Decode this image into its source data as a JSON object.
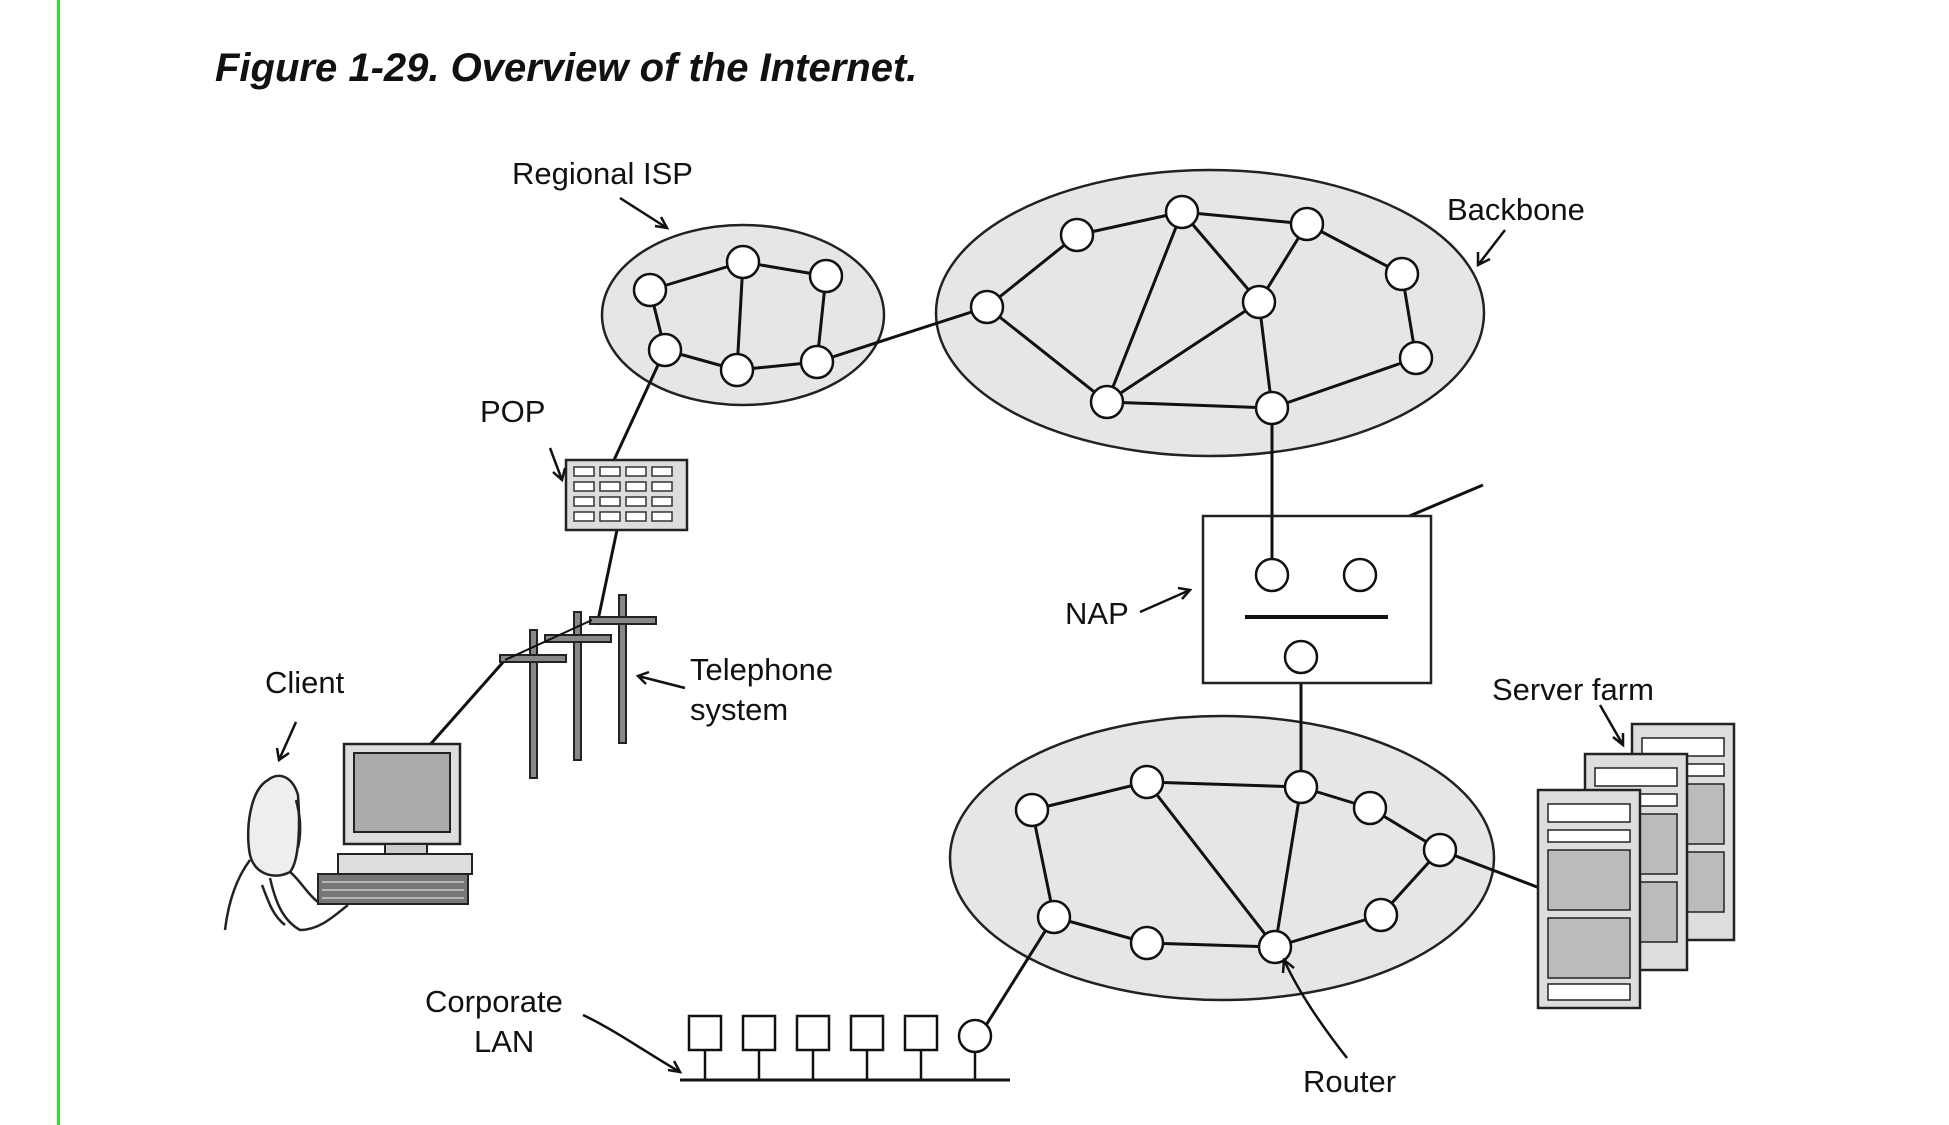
{
  "caption": "Figure 1-29. Overview of the Internet.",
  "labels": {
    "regional_isp": "Regional ISP",
    "backbone": "Backbone",
    "pop": "POP",
    "nap": "NAP",
    "client": "Client",
    "telephone_line1": "Telephone",
    "telephone_line2": "system",
    "server_farm": "Server farm",
    "corporate_line1": "Corporate",
    "corporate_line2": "LAN",
    "router": "Router"
  },
  "colors": {
    "accent_rule": "#33dd33",
    "cloud_fill": "#e6e6e6",
    "ink": "#111111"
  },
  "icons": [
    "pop-switch-icon",
    "telephone-pole-icon",
    "computer-terminal-icon",
    "person-icon",
    "server-rack-icon",
    "lan-host-icon"
  ]
}
